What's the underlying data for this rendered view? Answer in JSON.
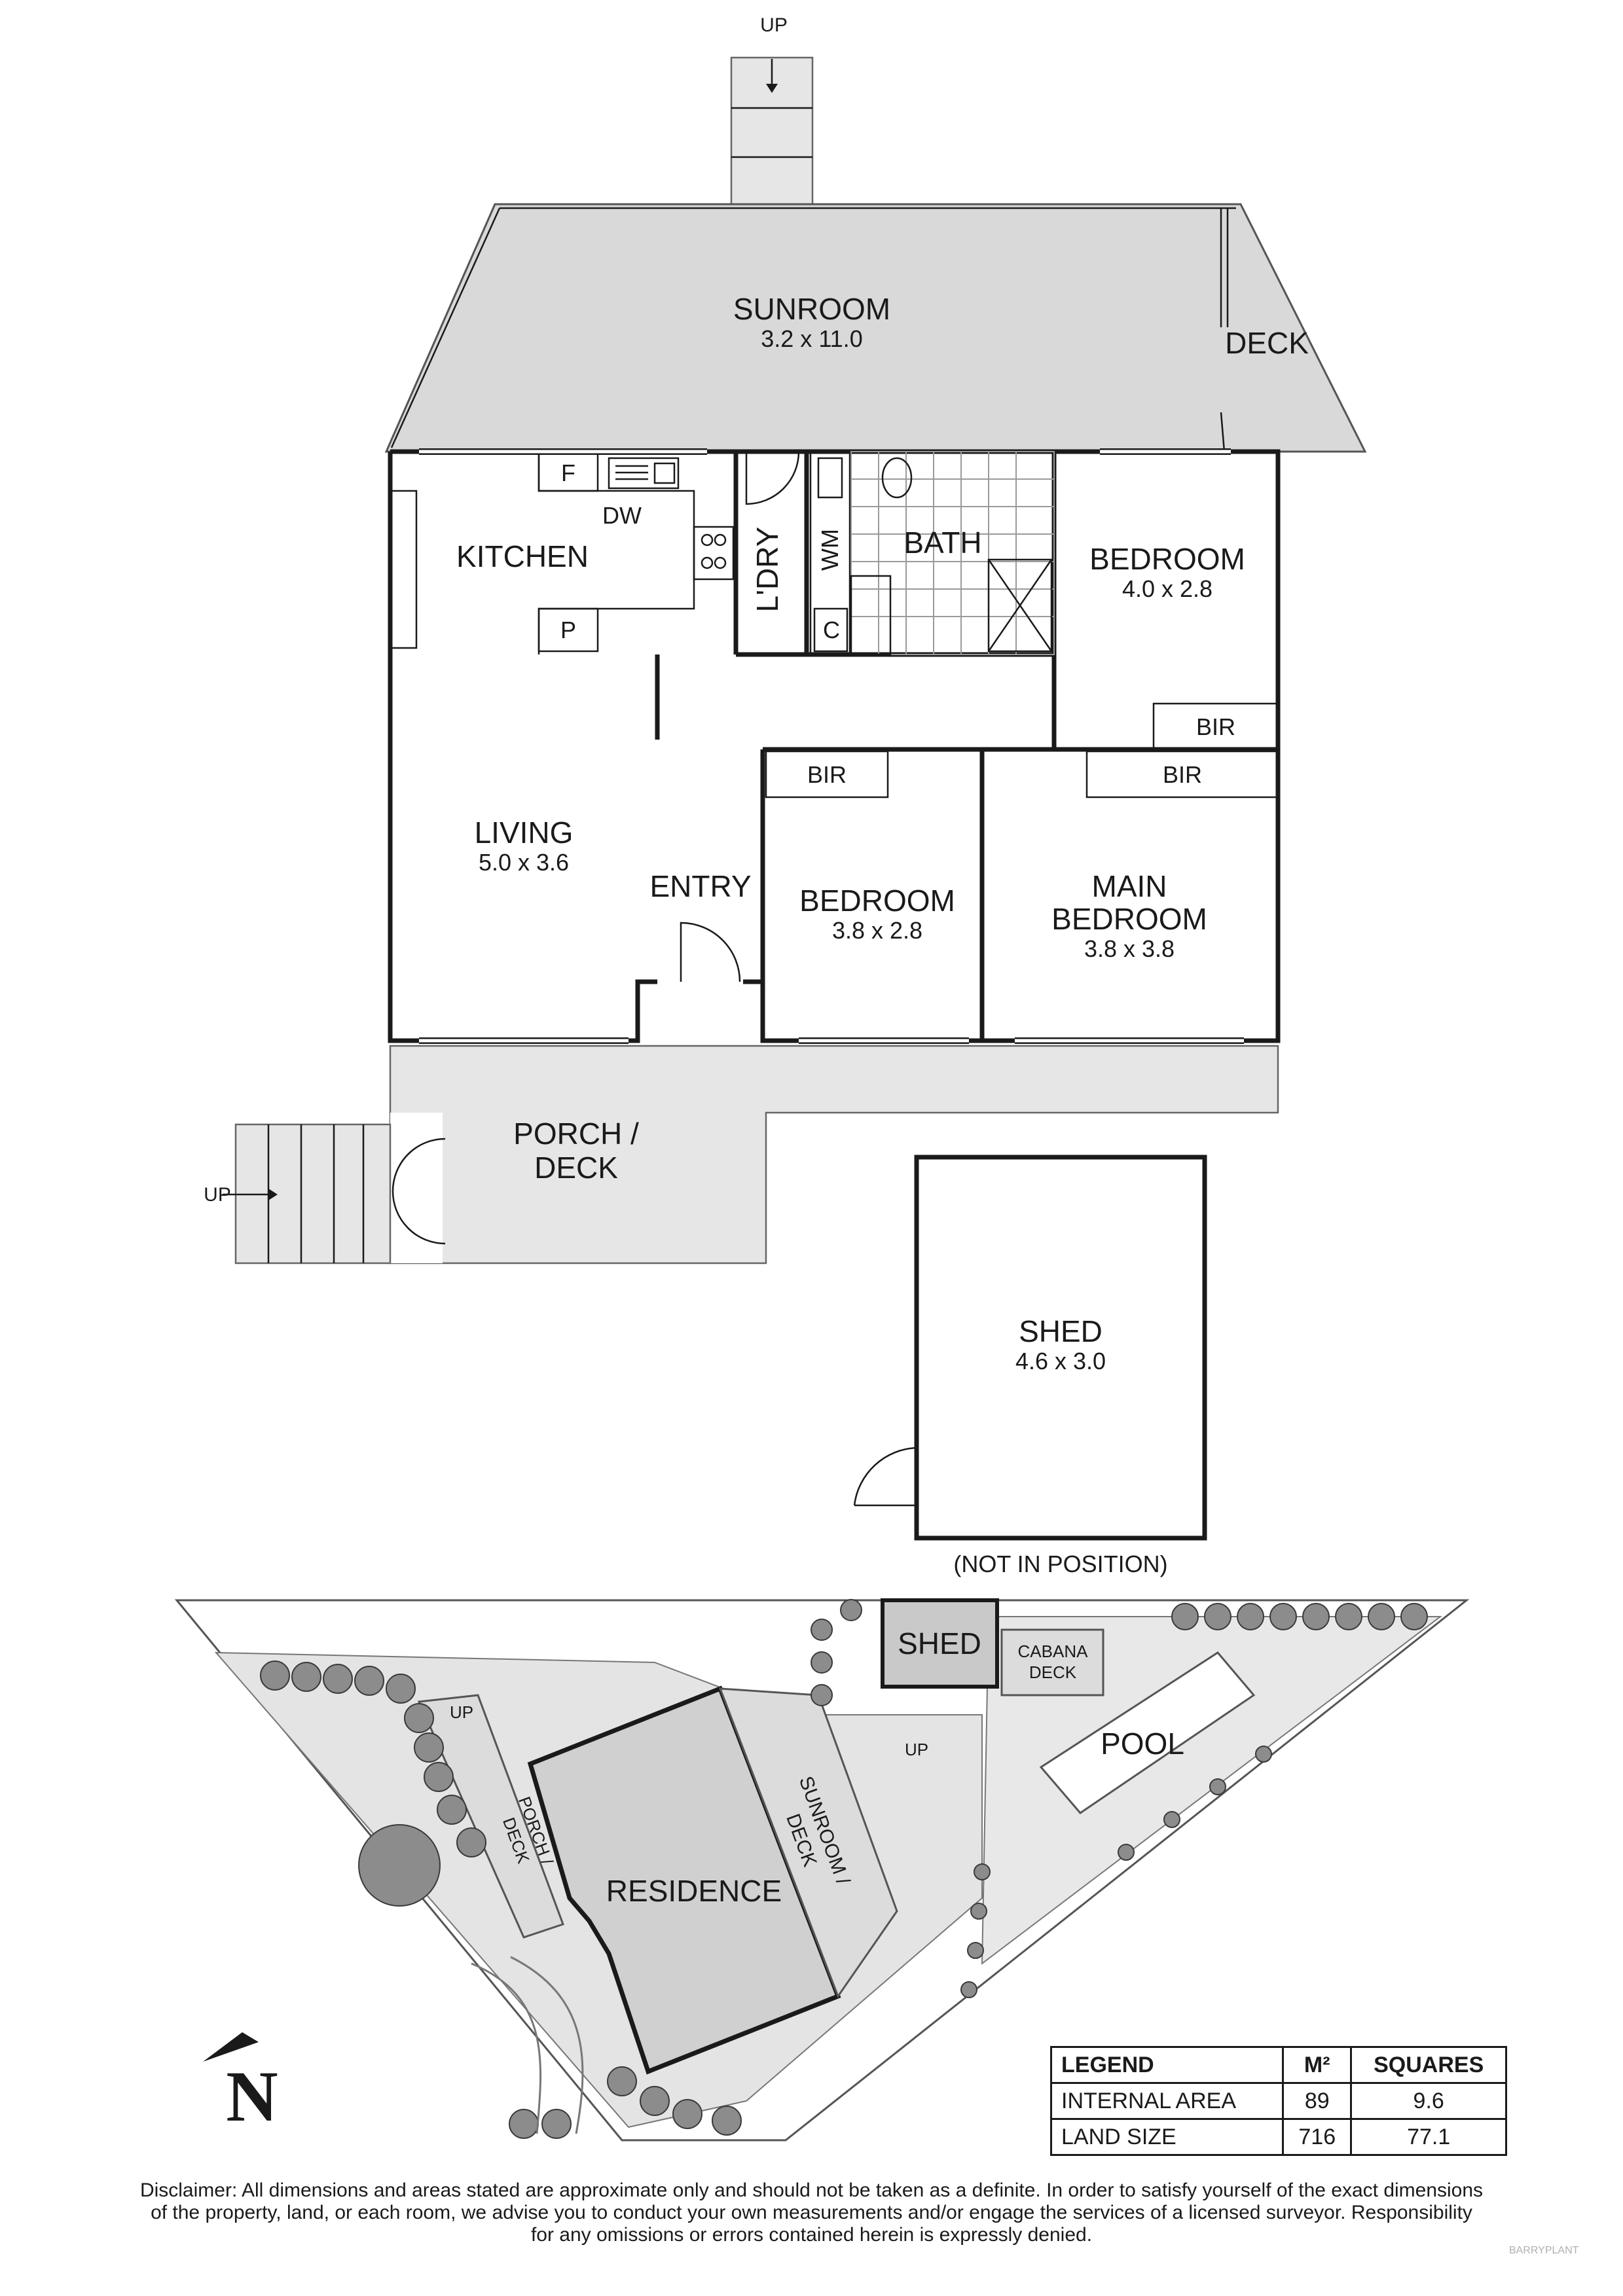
{
  "floorplan": {
    "rooms": {
      "sunroom": {
        "name": "SUNROOM",
        "dims": "3.2 x 11.0"
      },
      "deck_right": {
        "name": "DECK"
      },
      "kitchen": {
        "name": "KITCHEN"
      },
      "laundry": {
        "name": "L'DRY"
      },
      "wm": {
        "name": "WM"
      },
      "bath": {
        "name": "BATH"
      },
      "bedroom_ne": {
        "name": "BEDROOM",
        "dims": "4.0 x 2.8"
      },
      "living": {
        "name": "LIVING",
        "dims": "5.0 x 3.6"
      },
      "entry": {
        "name": "ENTRY"
      },
      "bedroom_mid": {
        "name": "BEDROOM",
        "dims": "3.8 x 2.8"
      },
      "main_bedroom": {
        "name_line1": "MAIN",
        "name_line2": "BEDROOM",
        "dims": "3.8 x 3.8"
      },
      "porch_deck": {
        "name_line1": "PORCH /",
        "name_line2": "DECK"
      },
      "shed": {
        "name": "SHED",
        "dims": "4.6 x 3.0",
        "note": "(NOT IN POSITION)"
      }
    },
    "fixtures": {
      "fridge": "F",
      "dishwasher": "DW",
      "pantry": "P",
      "cupboard": "C",
      "bir_ne": "BIR",
      "bir_main": "BIR",
      "bir_mid": "BIR"
    },
    "stairs": {
      "top": "UP",
      "porch": "UP"
    }
  },
  "siteplan": {
    "labels": {
      "shed": "SHED",
      "cabana_line1": "CABANA",
      "cabana_line2": "DECK",
      "pool": "POOL",
      "residence": "RESIDENCE",
      "sunroom_deck_line1": "SUNROOM /",
      "sunroom_deck_line2": "DECK",
      "porch_deck_line1": "PORCH /",
      "porch_deck_line2": "DECK",
      "up_left": "UP",
      "up_right": "UP"
    },
    "north": "N"
  },
  "legend": {
    "headers": [
      "LEGEND",
      "M²",
      "SQUARES"
    ],
    "rows": [
      {
        "label": "INTERNAL AREA",
        "m2": "89",
        "squares": "9.6"
      },
      {
        "label": "LAND SIZE",
        "m2": "716",
        "squares": "77.1"
      }
    ]
  },
  "disclaimer": {
    "line1": "Disclaimer: All dimensions and areas stated are approximate only and should not be taken as a definite. In order to satisfy yourself of the exact dimensions",
    "line2": "of the property, land, or each room, we advise you to conduct your own measurements and/or engage the services of a licensed surveyor. Responsibility",
    "line3": "for any omissions or errors contained herein is expressly denied."
  },
  "watermark": "BARRYPLANT"
}
